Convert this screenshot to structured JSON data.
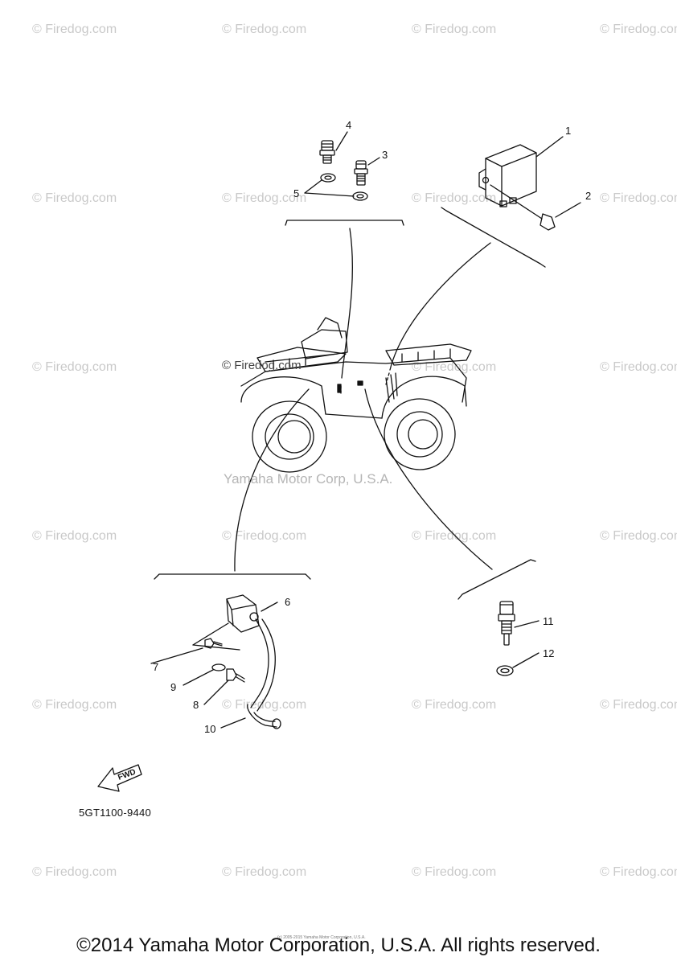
{
  "watermark": "© Firedog.com",
  "center_watermark": "© Firedog.com",
  "brand_watermark": "Yamaha Motor Corp, U.S.A.",
  "callouts": [
    "1",
    "2",
    "3",
    "4",
    "5",
    "6",
    "7",
    "8",
    "9",
    "10",
    "11",
    "12"
  ],
  "fwd_label": "FWD",
  "part_code": "5GT1100-9440",
  "tiny_text": "(c) 2005-2015 Yamaha Motor Corporation, U.S.A.",
  "copyright": "©2014 Yamaha Motor Corporation, U.S.A. All rights reserved.",
  "colors": {
    "line": "#111111",
    "watermark": "#c9c9c9"
  }
}
